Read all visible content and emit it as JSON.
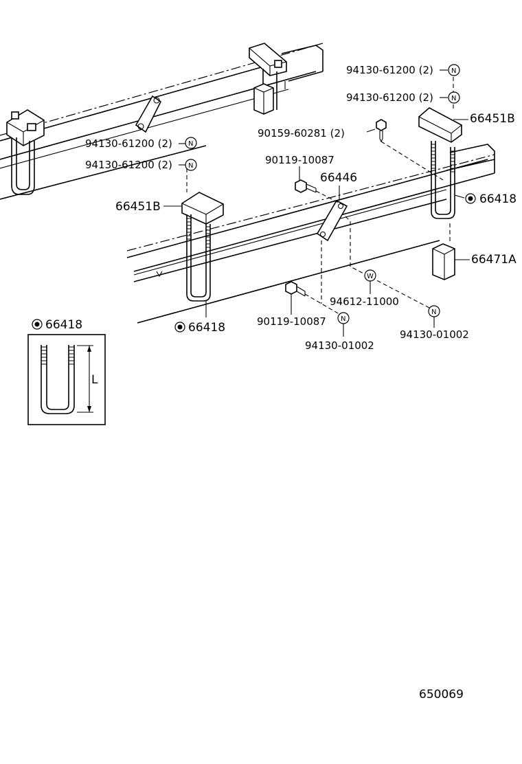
{
  "labels": {
    "nut_top1": "94130-61200 (2)",
    "nut_top2": "94130-61200 (2)",
    "bolt_90159": "90159-60281 (2)",
    "bracket_right": "66451B",
    "nut_left1": "94130-61200 (2)",
    "nut_left2": "94130-61200 (2)",
    "bolt_90119_top": "90119-10087",
    "part_66446": "66446",
    "ubolt_right": "66418",
    "bracket_left": "66451B",
    "block_right": "66471A",
    "washer": "94612-11000",
    "bolt_90119_bottom": "90119-10087",
    "nut_bottom_mid": "94130-01002",
    "nut_bottom_right": "94130-01002",
    "ubolt_left": "66418",
    "inset_title": "66418",
    "inset_dimension": "L",
    "diagram_id": "650069"
  },
  "symbols": {
    "nut": "N",
    "washer": "W"
  }
}
